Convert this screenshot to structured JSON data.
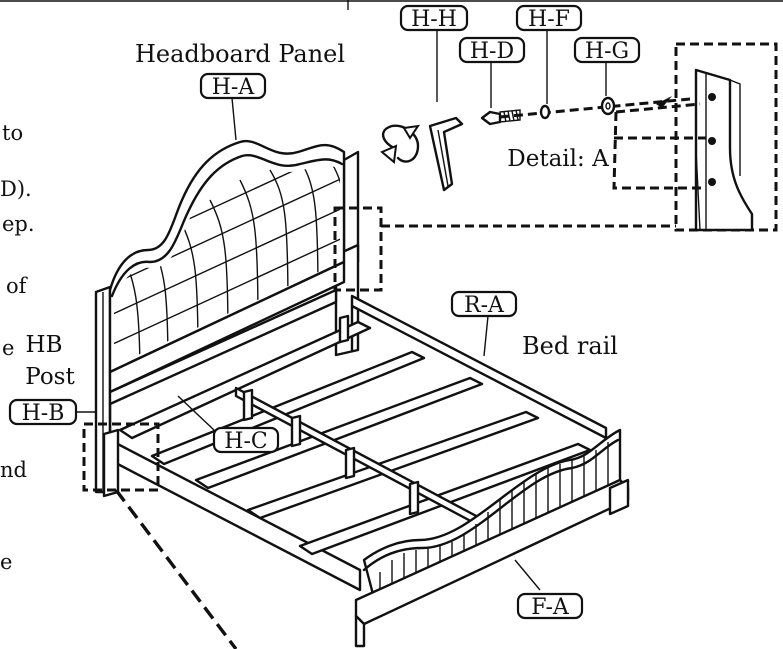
{
  "labels": {
    "headboard_panel": "Headboard Panel",
    "detail_a": "Detail: A",
    "bed_rail": "Bed rail",
    "hb": "HB",
    "post": "Post"
  },
  "parts": {
    "h_a": "H-A",
    "h_b": "H-B",
    "h_c": "H-C",
    "h_d": "H-D",
    "h_f": "H-F",
    "h_g": "H-G",
    "h_h": "H-H",
    "r_a": "R-A",
    "f_a": "F-A"
  },
  "left_edge_fragments": [
    "to",
    "D).",
    "ep.",
    "of",
    "e",
    "nd",
    "e"
  ]
}
